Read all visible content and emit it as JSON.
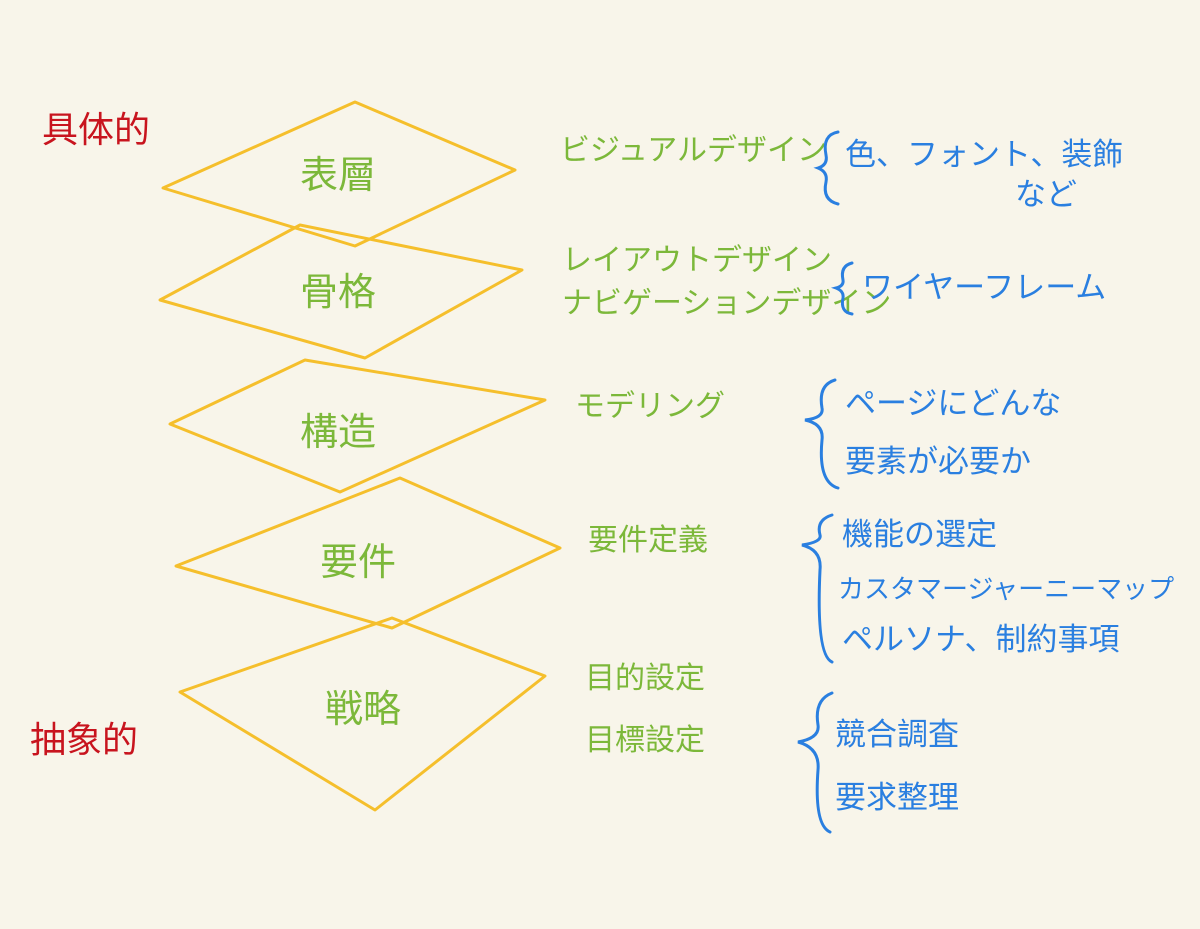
{
  "axis_labels": {
    "top": "具体的",
    "bottom": "抽象的"
  },
  "layers": [
    {
      "name": "表層",
      "process": [
        "ビジュアルデザイン"
      ],
      "details": [
        "色、フォント、装飾",
        "など"
      ]
    },
    {
      "name": "骨格",
      "process": [
        "レイアウトデザイン",
        "ナビゲーションデザイン"
      ],
      "details": [
        "ワイヤーフレーム"
      ]
    },
    {
      "name": "構造",
      "process": [
        "モデリング"
      ],
      "details": [
        "ページにどんな",
        "要素が必要か"
      ]
    },
    {
      "name": "要件",
      "process": [
        "要件定義"
      ],
      "details": [
        "機能の選定",
        "カスタマージャーニーマップ",
        "ペルソナ、制約事項"
      ]
    },
    {
      "name": "戦略",
      "process": [
        "目的設定",
        "目標設定"
      ],
      "details": [
        "競合調査",
        "要求整理"
      ]
    }
  ],
  "colors": {
    "background": "#f8f5ea",
    "layer": "#f5bf2c",
    "process": "#7cb83a",
    "details": "#2a7fe0",
    "axis": "#c8141e"
  }
}
